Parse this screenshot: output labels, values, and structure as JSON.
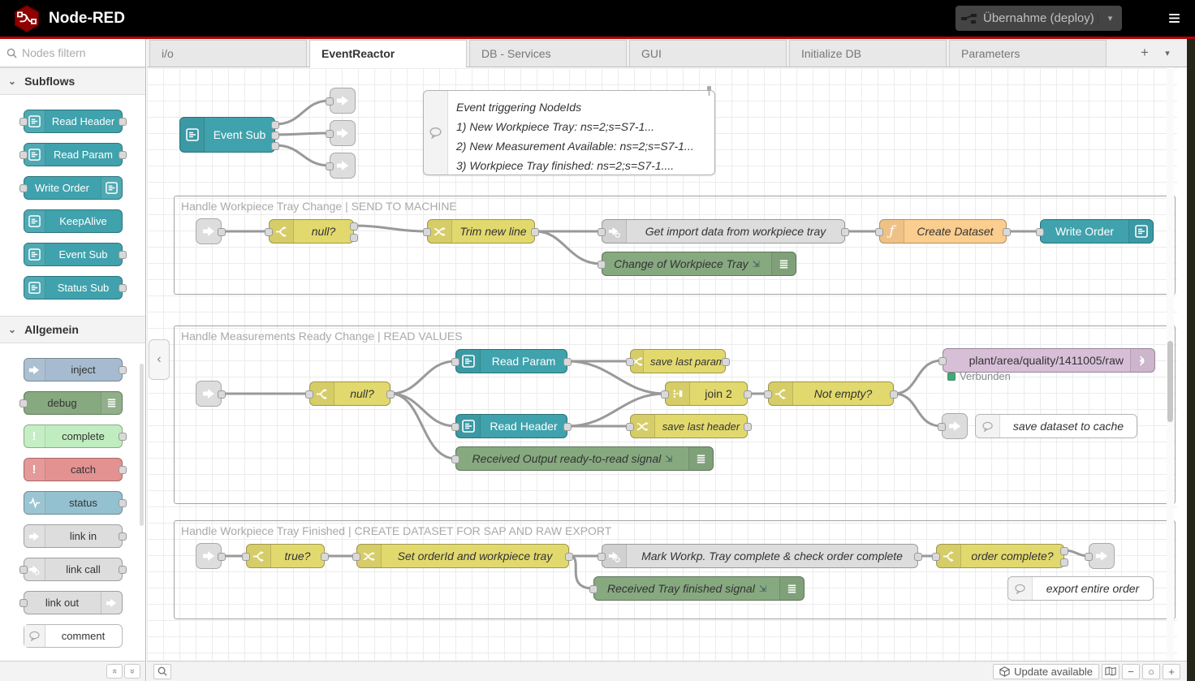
{
  "header": {
    "app_title": "Node-RED",
    "deploy_label": "Übernahme (deploy)"
  },
  "tabs": {
    "items": [
      "i/o",
      "EventReactor",
      "DB - Services",
      "GUI",
      "Initialize DB",
      "Parameters"
    ],
    "active": "EventReactor"
  },
  "palette": {
    "search_placeholder": "Nodes filtern",
    "subflows": {
      "label": "Subflows",
      "items": [
        "Read Header",
        "Read Param",
        "Write Order",
        "KeepAlive",
        "Event Sub",
        "Status Sub"
      ]
    },
    "general": {
      "label": "Allgemein",
      "items": [
        "inject",
        "debug",
        "complete",
        "catch",
        "status",
        "link in",
        "link call",
        "link out",
        "comment"
      ]
    }
  },
  "canvas": {
    "note": {
      "title": "Event triggering NodeIds",
      "line1": "1) New Workpiece Tray: ns=2;s=S7-1...",
      "line2": "2) New Measurement Available: ns=2;s=S7-1...",
      "line3": "3) Workpiece Tray finished: ns=2;s=S7-1...."
    },
    "groups": {
      "g1": "Handle Workpiece Tray Change | SEND TO MACHINE",
      "g2": "Handle Measurements Ready Change | READ VALUES",
      "g3": "Handle Workpiece Tray Finished | CREATE DATASET FOR SAP AND RAW EXPORT"
    },
    "nodes": {
      "event_sub": "Event Sub",
      "null1": "null?",
      "trim": "Trim new line",
      "get_import": "Get import data from workpiece tray",
      "create_dataset": "Create Dataset",
      "write_order": "Write Order",
      "debug_change": "Change of Workpiece Tray",
      "null2": "null?",
      "read_param": "Read Param",
      "read_header": "Read Header",
      "save_param": "save last param",
      "save_header": "save last header",
      "join": "join 2",
      "not_empty": "Not empty?",
      "mqtt_topic": "plant/area/quality/1411005/raw",
      "debug_ready": "Received Output ready-to-read signal",
      "note_cache": "save dataset to cache",
      "true1": "true?",
      "set_order": "Set orderId and workpiece tray",
      "mark_complete": "Mark Workp. Tray complete & check order complete",
      "order_complete": "order complete?",
      "debug_finished": "Received Tray finished signal",
      "note_export": "export entire order"
    },
    "status": {
      "mqtt_connected": "Verbunden"
    }
  },
  "footer": {
    "update_label": "Update available"
  },
  "icons": {
    "plus": "+",
    "minus": "−",
    "circle": "○",
    "menu": "≡",
    "caret_down": "▾",
    "chevron_down": "⌄",
    "collapse_left": "‹",
    "guillemet": "«",
    "debug_indicator": "⇲"
  },
  "colors": {
    "subflow_teal": "#3fa2ad",
    "node_yellow": "#e2d96e",
    "function_orange": "#fbcd8e",
    "debug_green": "#87a980",
    "inject_blue": "#a6bbcf",
    "complete_green": "#c0edc0",
    "catch_red": "#e49191",
    "status_blue": "#94c1d0",
    "link_gray": "#dddddd",
    "mqtt_purple": "#d8bfd8",
    "status_dot": "#44a876",
    "header_red": "#b50000"
  }
}
